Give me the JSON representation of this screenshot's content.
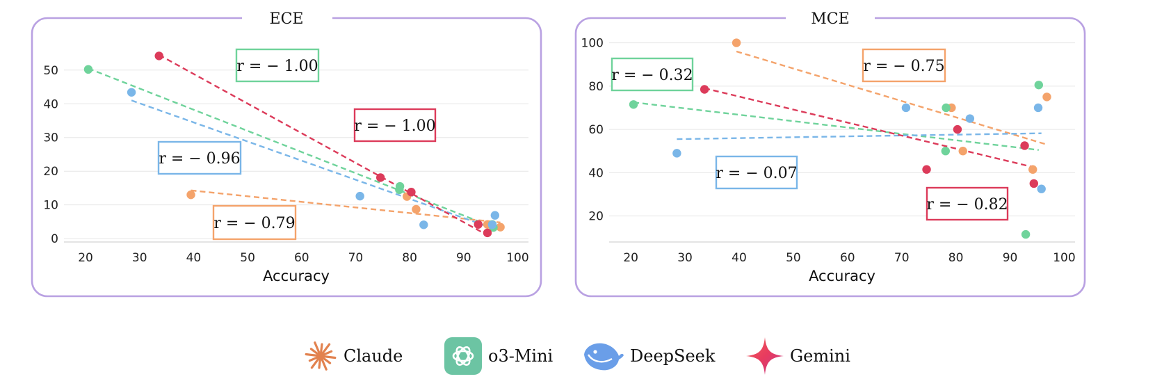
{
  "chart_data": [
    {
      "type": "scatter",
      "title": "ECE",
      "xlabel": "Accuracy",
      "ylabel": "",
      "xlim": [
        16,
        102
      ],
      "ylim": [
        -1,
        58
      ],
      "xticks": [
        20,
        30,
        40,
        50,
        60,
        70,
        80,
        90,
        100
      ],
      "yticks": [
        0,
        10,
        20,
        30,
        40,
        50
      ],
      "grid": "horizontal",
      "series": [
        {
          "name": "Claude",
          "color": "#f4a36b",
          "points": [
            [
              39.5,
              13
            ],
            [
              79.5,
              12.5
            ],
            [
              81.2,
              8.7
            ],
            [
              94.4,
              4.2
            ],
            [
              96.8,
              3.4
            ]
          ],
          "trend": [
            [
              39.5,
              14.3
            ],
            [
              96.8,
              4.8
            ]
          ],
          "r_label": "r = − 0.79"
        },
        {
          "name": "o3-Mini",
          "color": "#6fd39b",
          "points": [
            [
              20.5,
              50.2
            ],
            [
              78.2,
              15.5
            ],
            [
              78.1,
              14.5
            ],
            [
              95.3,
              4.2
            ],
            [
              95.5,
              3.3
            ]
          ],
          "trend": [
            [
              20.5,
              50.5
            ],
            [
              95.8,
              3.2
            ]
          ],
          "r_label": "r = − 1.00"
        },
        {
          "name": "DeepSeek",
          "color": "#7ab6e8",
          "points": [
            [
              28.5,
              43.4
            ],
            [
              70.8,
              12.6
            ],
            [
              82.6,
              4.1
            ],
            [
              95.3,
              4.1
            ],
            [
              95.8,
              6.9
            ]
          ],
          "trend": [
            [
              28.5,
              41.0
            ],
            [
              95.5,
              3.0
            ]
          ],
          "r_label": "r = − 0.96"
        },
        {
          "name": "Gemini",
          "color": "#dc3b5a",
          "points": [
            [
              33.6,
              54.2
            ],
            [
              74.6,
              18.1
            ],
            [
              80.3,
              13.8
            ],
            [
              92.7,
              4.2
            ],
            [
              94.4,
              1.7
            ]
          ],
          "trend": [
            [
              33.6,
              54.5
            ],
            [
              94.4,
              1.0
            ]
          ],
          "r_label": "r = − 1.00"
        }
      ]
    },
    {
      "type": "scatter",
      "title": "MCE",
      "xlabel": "Accuracy",
      "ylabel": "",
      "xlim": [
        16,
        102
      ],
      "ylim": [
        8,
        105
      ],
      "xticks": [
        20,
        30,
        40,
        50,
        60,
        70,
        80,
        90,
        100
      ],
      "yticks": [
        20,
        40,
        60,
        80,
        100
      ],
      "grid": "horizontal",
      "series": [
        {
          "name": "Claude",
          "color": "#f4a36b",
          "points": [
            [
              39.5,
              100
            ],
            [
              79.2,
              70
            ],
            [
              81.3,
              50
            ],
            [
              94.2,
              41.5
            ],
            [
              96.8,
              75
            ]
          ],
          "trend": [
            [
              39.5,
              96
            ],
            [
              96.8,
              53
            ]
          ],
          "r_label": "r = − 0.75"
        },
        {
          "name": "o3-Mini",
          "color": "#6fd39b",
          "points": [
            [
              20.5,
              71.5
            ],
            [
              78.2,
              70
            ],
            [
              78.1,
              50
            ],
            [
              92.9,
              11.5
            ],
            [
              95.3,
              80.5
            ]
          ],
          "trend": [
            [
              20.5,
              72.5
            ],
            [
              95.3,
              50.5
            ]
          ],
          "r_label": "r = − 0.32"
        },
        {
          "name": "DeepSeek",
          "color": "#7ab6e8",
          "points": [
            [
              28.5,
              49
            ],
            [
              70.8,
              70
            ],
            [
              82.6,
              65
            ],
            [
              95.2,
              70
            ],
            [
              95.8,
              32.5
            ]
          ],
          "trend": [
            [
              28.5,
              55.5
            ],
            [
              60,
              56.8
            ],
            [
              95.8,
              58.2
            ]
          ],
          "r_label": "r = − 0.07"
        },
        {
          "name": "Gemini",
          "color": "#dc3b5a",
          "points": [
            [
              33.6,
              78.5
            ],
            [
              74.6,
              41.5
            ],
            [
              80.3,
              60
            ],
            [
              92.7,
              52.5
            ],
            [
              94.4,
              35
            ]
          ],
          "trend": [
            [
              33.6,
              79
            ],
            [
              94.4,
              42.5
            ]
          ],
          "r_label": "r = − 0.82"
        }
      ]
    }
  ],
  "legend": [
    {
      "name": "Claude",
      "icon": "claude-starburst-icon",
      "color": "#e2824f"
    },
    {
      "name": "o3-Mini",
      "icon": "openai-knot-icon",
      "color": "#6cc4a3"
    },
    {
      "name": "DeepSeek",
      "icon": "deepseek-whale-icon",
      "color": "#6a9ee8"
    },
    {
      "name": "Gemini",
      "icon": "gemini-sparkle-icon",
      "color": "#e83b5f"
    }
  ]
}
